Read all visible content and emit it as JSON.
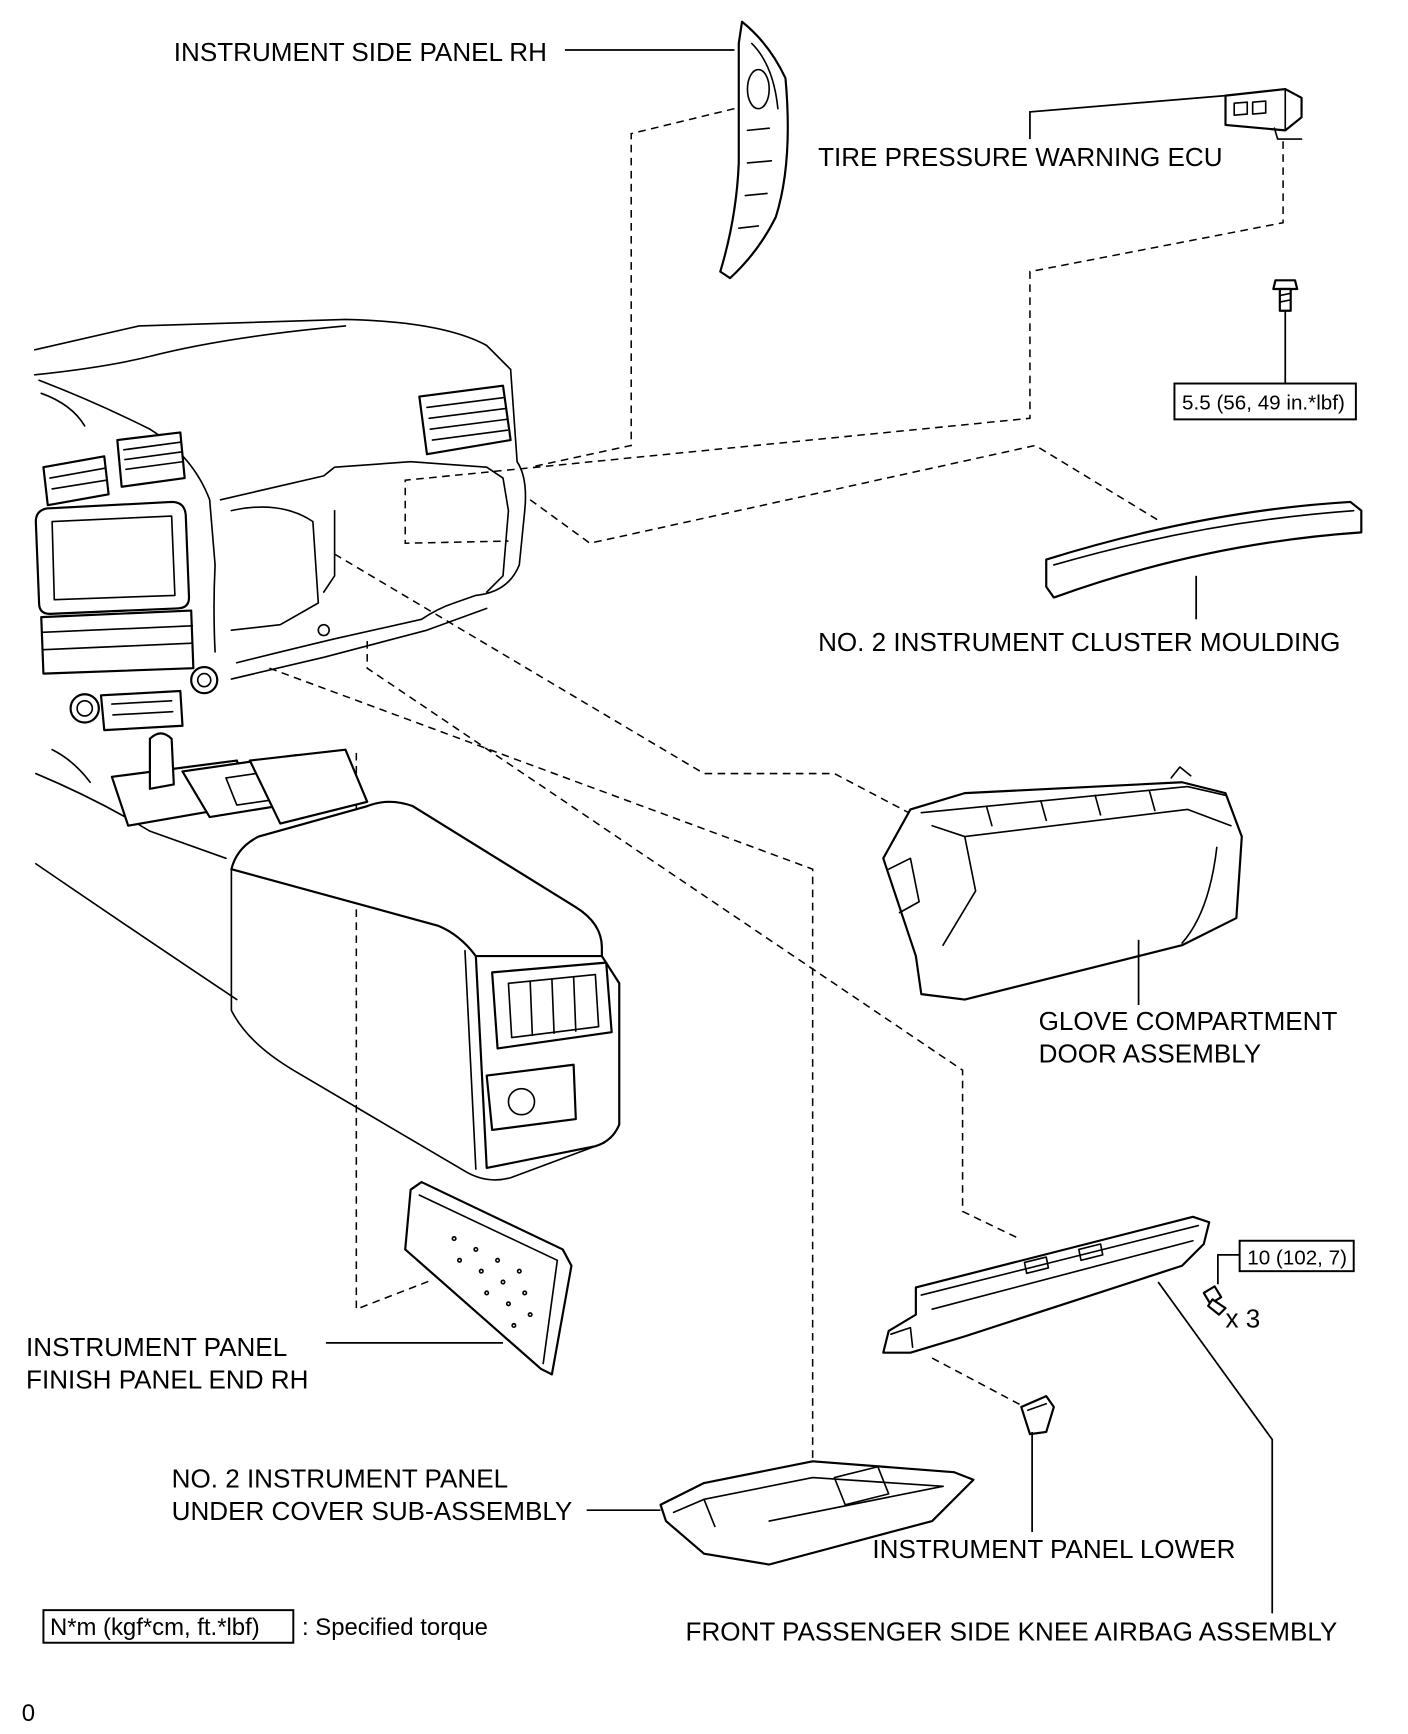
{
  "labels": {
    "side_panel": "INSTRUMENT SIDE PANEL RH",
    "tpws_ecu": "TIRE PRESSURE WARNING ECU",
    "cluster_moulding": "NO. 2 INSTRUMENT CLUSTER MOULDING",
    "glove_door": [
      "GLOVE COMPARTMENT",
      "DOOR ASSEMBLY"
    ],
    "finish_panel": [
      "INSTRUMENT PANEL",
      "FINISH PANEL END RH"
    ],
    "under_cover": [
      "NO. 2 INSTRUMENT PANEL",
      "UNDER COVER SUB-ASSEMBLY"
    ],
    "panel_lower": "INSTRUMENT PANEL LOWER",
    "knee_airbag": "FRONT PASSENGER SIDE KNEE AIRBAG ASSEMBLY"
  },
  "torques": {
    "ecu_bolt": "5.5 (56, 49 in.*lbf)",
    "airbag_bolt": "10 (102, 7)"
  },
  "quantities": {
    "airbag_bolt": "x 3"
  },
  "legend": {
    "torque_unit": "N*m (kgf*cm, ft.*lbf)",
    "torque_desc": ": Specified torque"
  },
  "footer": {
    "code": "0"
  },
  "colors": {
    "line": "#000000",
    "background": "#ffffff"
  }
}
